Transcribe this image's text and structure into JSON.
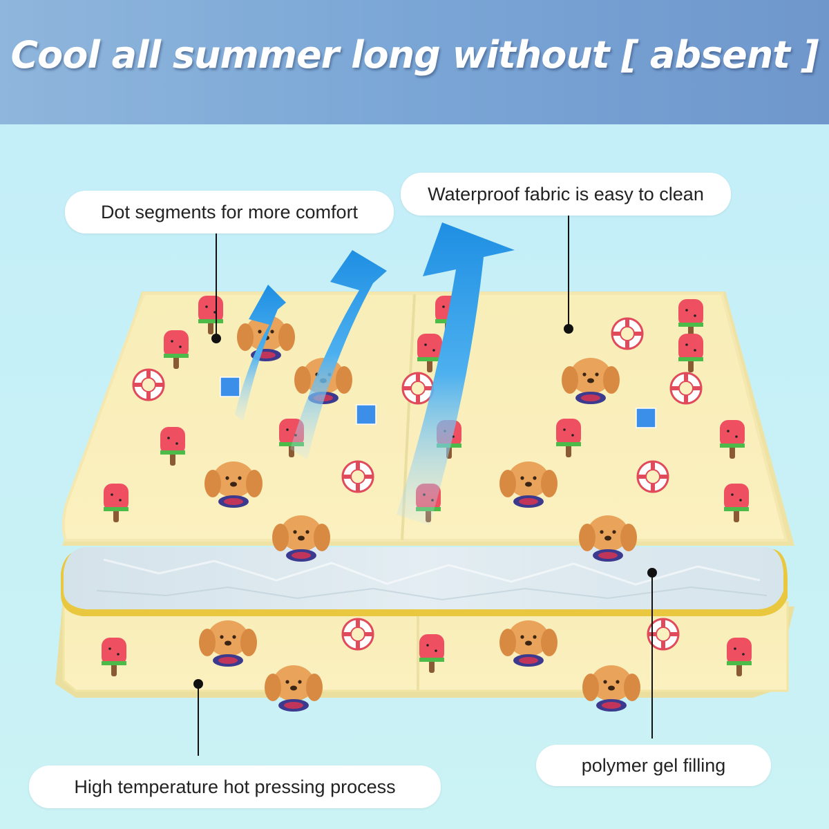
{
  "headline": "Cool all summer long without [ absent ]",
  "callouts": {
    "dot_segments": "Dot segments for more comfort",
    "waterproof": "Waterproof fabric is easy to clean",
    "hot_pressing": "High temperature hot pressing process",
    "gel_filling": "polymer gel filling"
  },
  "colors": {
    "banner": "#7aa6d6",
    "background": "#c6eff7",
    "mat_surface": "#fbf0b8",
    "gel_layer": "#dbe7ee",
    "arrow": "#2f9be6",
    "popsicle": "#ef5061",
    "dog": "#e8a25a"
  },
  "icons": [
    "cooling-arrow-icon",
    "puppy-icon",
    "watermelon-popsicle-icon",
    "swim-ring-icon",
    "ice-cube-icon"
  ]
}
